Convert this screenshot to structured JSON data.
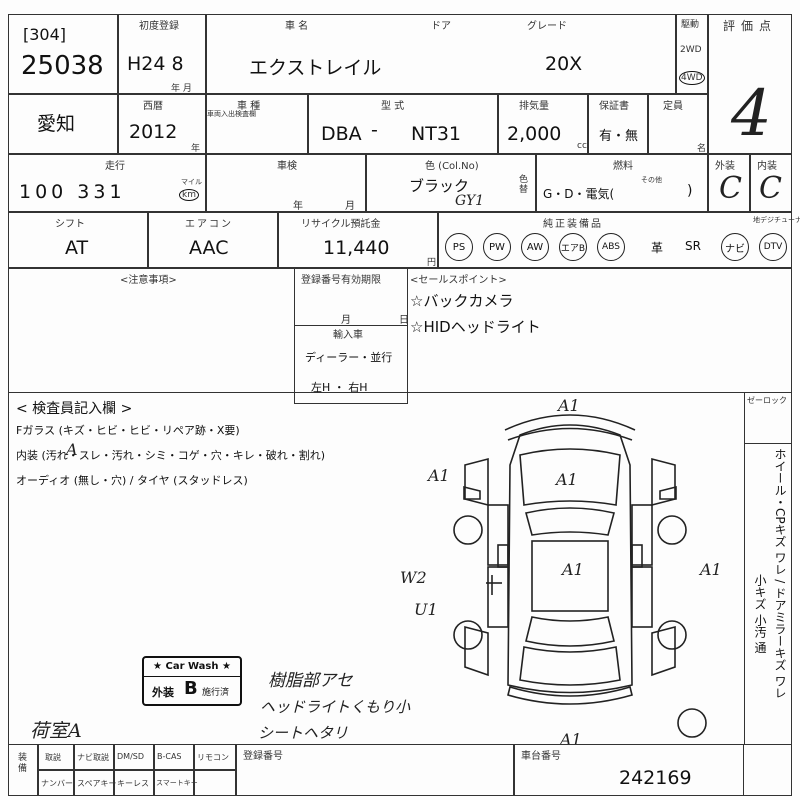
{
  "header": {
    "lot_bracket": "[304]",
    "lot_number": "25038",
    "first_reg_label": "初度登録",
    "first_reg_value": "H24 8",
    "month_unit": "年 月",
    "car_name_label": "車 名",
    "car_name": "エクストレイル",
    "door_label": "ドア",
    "grade_label": "グレード",
    "grade": "20X",
    "drive_label": "駆動",
    "drive_2wd": "2WD",
    "drive_4wd": "4WD",
    "score_label": "評価点",
    "score": "4"
  },
  "row2": {
    "region": "愛知",
    "year_label": "西暦",
    "year": "2012",
    "year_unit": "年",
    "model_label": "車 種",
    "model_sub": "車両入出検査欄",
    "type_label": "型 式",
    "type_prefix": "DBA",
    "type_dash": "-",
    "type_code": "NT31",
    "displacement_label": "排気量",
    "displacement": "2,000",
    "displacement_unit": "cc",
    "warranty_label": "保証書",
    "warranty_value": "有・無",
    "capacity_label": "定員",
    "capacity_unit": "名"
  },
  "row3": {
    "mileage_label": "走行",
    "mileage": "100 331",
    "mileage_unit_mile": "マイル",
    "mileage_unit_km": "km",
    "inspection_label": "車検",
    "inspection_year": "年",
    "inspection_month": "月",
    "color_label": "色 (Col.No)",
    "color": "ブラック",
    "color_code": "GY1",
    "recolor_label": "色替",
    "fuel_label": "燃料",
    "fuel_options": "G・D・電気(",
    "fuel_other": "その他",
    "fuel_close": ")",
    "exterior_label": "外装",
    "exterior": "C",
    "interior_label": "内装",
    "interior": "C"
  },
  "row4": {
    "shift_label": "シフト",
    "shift": "AT",
    "ac_label": "エアコン",
    "ac": "AAC",
    "recycle_label": "リサイクル預託金",
    "recycle": "11,440",
    "recycle_unit": "円",
    "equipment_label": "純正装備品",
    "equipment": [
      "PS",
      "PW",
      "AW",
      "エアB",
      "ABS",
      "革",
      "SR",
      "ナビ",
      "DTV"
    ],
    "dtv_label": "地デジチューナー"
  },
  "notes": {
    "caution_label": "<注意事項>",
    "reg_expiry_label": "登録番号有効期限",
    "month": "月",
    "day": "日",
    "import_label": "輸入車",
    "dealer": "ディーラー・並行",
    "handle": "左H ・ 右H",
    "sales_points_label": "<セールスポイント>",
    "sales_points": [
      "☆バックカメラ",
      "☆HIDヘッドライト"
    ]
  },
  "inspector": {
    "title": "< 検査員記入欄 >",
    "lines": [
      "Fガラス (キズ・ヒビ・ヒビ・リペア跡・X要)",
      "内装 (汚れ・スレ・汚れ・シミ・コゲ・穴・キレ・破れ・割れ)",
      "オーディオ (無し・穴) / タイヤ (スタッドレス)"
    ],
    "front_glass_mark": "A1",
    "interior_mark": "A"
  },
  "diagram_marks": [
    "A1",
    "A1",
    "A1",
    "A1",
    "A1",
    "W2",
    "U1"
  ],
  "right_column": {
    "zero_km_label": "ゼーロック",
    "lines": [
      "ホイール・CPキズ ワレ / ドアミラーキズ ワレ",
      "小キズ  小汚 通"
    ]
  },
  "stamp": {
    "title": "★ Car Wash ★",
    "body_prefix": "外装",
    "grade": "B",
    "body_suffix": "施行済"
  },
  "handwriting": [
    "樹脂部アセ",
    "ヘッドライトくもり小",
    "シートヘタリ",
    "荷室A"
  ],
  "footer": {
    "cols": [
      "取説",
      "ナビ取説",
      "DM/SD",
      "B-CAS",
      "リモコン"
    ],
    "cols2": [
      "スペアキー",
      "キーレス",
      "スマートキー"
    ],
    "side_label": "装備",
    "number_label": "ナンバー",
    "reg_number_label": "登録番号",
    "chassis_label": "車台番号",
    "chassis_number": "242169"
  }
}
